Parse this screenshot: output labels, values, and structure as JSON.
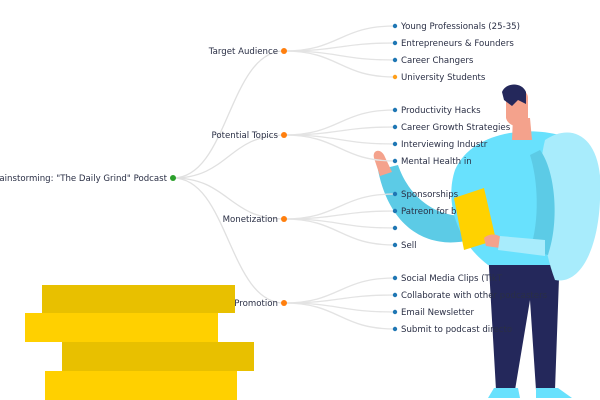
{
  "mindmap": {
    "root": {
      "label": "Brainstorming: \"The Daily Grind\" Podcast",
      "color": "#2ca02c"
    },
    "branches": [
      {
        "label": "Target Audience",
        "color": "#ff7f0e",
        "children": [
          {
            "label": "Young Professionals (25-35)",
            "color": "#1f77b4"
          },
          {
            "label": "Entrepreneurs & Founders",
            "color": "#1f77b4"
          },
          {
            "label": "Career Changers",
            "color": "#1f77b4"
          },
          {
            "label": "University Students",
            "color": "#ff9f1a"
          }
        ]
      },
      {
        "label": "Potential Topics",
        "color": "#ff7f0e",
        "children": [
          {
            "label": "Productivity Hacks",
            "color": "#1f77b4"
          },
          {
            "label": "Career Growth Strategies",
            "color": "#1f77b4"
          },
          {
            "label": "Interviewing Industr",
            "color": "#1f77b4"
          },
          {
            "label": "Mental Health in",
            "color": "#1f77b4"
          }
        ]
      },
      {
        "label": "Monetization",
        "color": "#ff7f0e",
        "children": [
          {
            "label": "Sponsorships",
            "color": "#1f77b4"
          },
          {
            "label": "Patreon for b",
            "color": "#1f77b4"
          },
          {
            "label": "",
            "color": "#1f77b4"
          },
          {
            "label": "Sell",
            "color": "#1f77b4"
          }
        ]
      },
      {
        "label": "Promotion",
        "color": "#ff7f0e",
        "children": [
          {
            "label": "Social Media Clips (TikT",
            "color": "#1f77b4"
          },
          {
            "label": "Collaborate with other podcasters",
            "color": "#1f77b4"
          },
          {
            "label": "Email Newsletter",
            "color": "#1f77b4"
          },
          {
            "label": "Submit to podcast directo",
            "color": "#1f77b4"
          }
        ]
      }
    ]
  },
  "decor": {
    "block_colors": [
      "#e8c000",
      "#ffd000"
    ],
    "person_icon": "person-holding-folder"
  }
}
